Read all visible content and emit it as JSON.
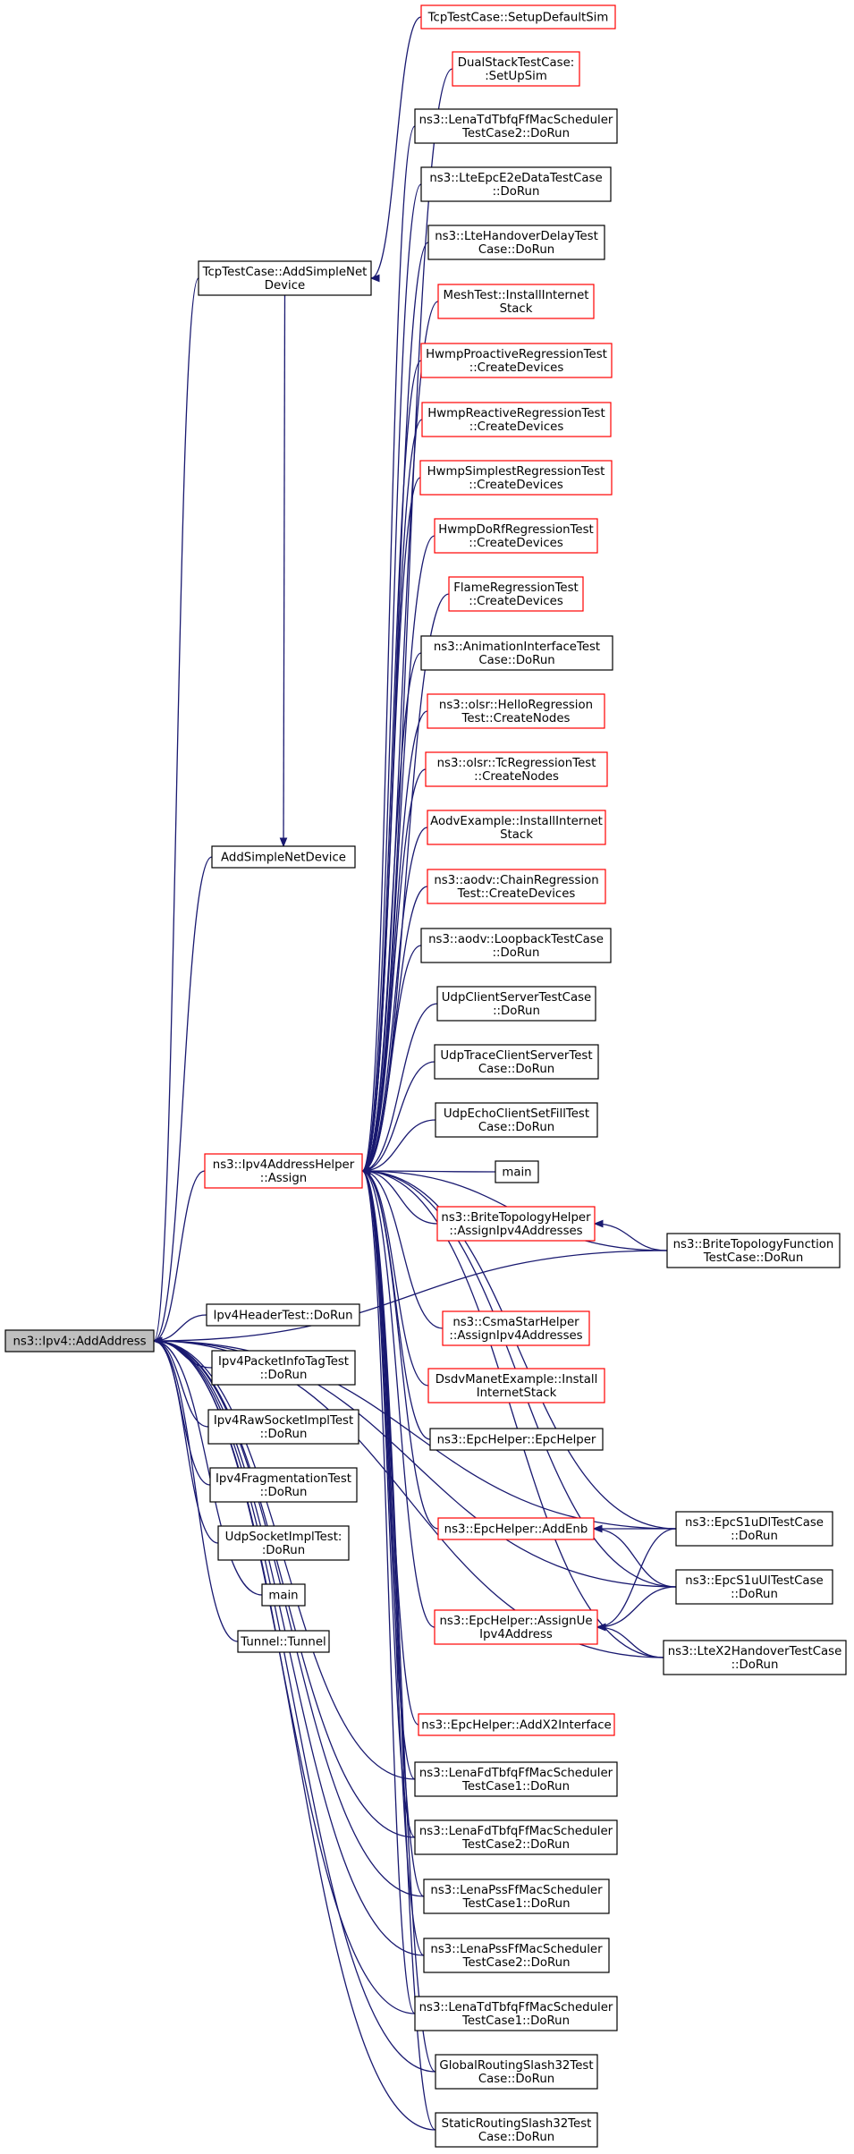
{
  "colors": {
    "edge": "#191970",
    "red_border": "#ff0000",
    "black_border": "#000000",
    "root_fill": "#bfbfbf"
  },
  "root": {
    "label": "ns3::Ipv4::AddAddress"
  },
  "nodes": [
    {
      "id": "tcpSetup",
      "lines": [
        "TcpTestCase::SetupDefaultSim"
      ],
      "border": "red"
    },
    {
      "id": "tcpAdd",
      "lines": [
        "TcpTestCase::AddSimpleNet",
        "Device"
      ],
      "border": "black"
    },
    {
      "id": "dual",
      "lines": [
        "DualStackTestCase:",
        ":SetUpSim"
      ],
      "border": "red"
    },
    {
      "id": "lenaTd2",
      "lines": [
        "ns3::LenaTdTbfqFfMacScheduler",
        "TestCase2::DoRun"
      ],
      "border": "black"
    },
    {
      "id": "lteEpc",
      "lines": [
        "ns3::LteEpcE2eDataTestCase",
        "::DoRun"
      ],
      "border": "black"
    },
    {
      "id": "lteHand",
      "lines": [
        "ns3::LteHandoverDelayTest",
        "Case::DoRun"
      ],
      "border": "black"
    },
    {
      "id": "mesh",
      "lines": [
        "MeshTest::InstallInternet",
        "Stack"
      ],
      "border": "red"
    },
    {
      "id": "hwmpPro",
      "lines": [
        "HwmpProactiveRegressionTest",
        "::CreateDevices"
      ],
      "border": "red"
    },
    {
      "id": "hwmpRea",
      "lines": [
        "HwmpReactiveRegressionTest",
        "::CreateDevices"
      ],
      "border": "red"
    },
    {
      "id": "hwmpSim",
      "lines": [
        "HwmpSimplestRegressionTest",
        "::CreateDevices"
      ],
      "border": "red"
    },
    {
      "id": "hwmpDo",
      "lines": [
        "HwmpDoRfRegressionTest",
        "::CreateDevices"
      ],
      "border": "red"
    },
    {
      "id": "flame",
      "lines": [
        "FlameRegressionTest",
        "::CreateDevices"
      ],
      "border": "red"
    },
    {
      "id": "anim",
      "lines": [
        "ns3::AnimationInterfaceTest",
        "Case::DoRun"
      ],
      "border": "black"
    },
    {
      "id": "olsrHello",
      "lines": [
        "ns3::olsr::HelloRegression",
        "Test::CreateNodes"
      ],
      "border": "red"
    },
    {
      "id": "olsrTc",
      "lines": [
        "ns3::olsr::TcRegressionTest",
        "::CreateNodes"
      ],
      "border": "red"
    },
    {
      "id": "aodvEx",
      "lines": [
        "AodvExample::InstallInternet",
        "Stack"
      ],
      "border": "red"
    },
    {
      "id": "aodvChain",
      "lines": [
        "ns3::aodv::ChainRegression",
        "Test::CreateDevices"
      ],
      "border": "red"
    },
    {
      "id": "aodvLoop",
      "lines": [
        "ns3::aodv::LoopbackTestCase",
        "::DoRun"
      ],
      "border": "black"
    },
    {
      "id": "addSimple",
      "lines": [
        "AddSimpleNetDevice"
      ],
      "border": "black"
    },
    {
      "id": "udpCS",
      "lines": [
        "UdpClientServerTestCase",
        "::DoRun"
      ],
      "border": "black"
    },
    {
      "id": "udpTrace",
      "lines": [
        "UdpTraceClientServerTest",
        "Case::DoRun"
      ],
      "border": "black"
    },
    {
      "id": "udpEcho",
      "lines": [
        "UdpEchoClientSetFillTest",
        "Case::DoRun"
      ],
      "border": "black"
    },
    {
      "id": "assign",
      "lines": [
        "ns3::Ipv4AddressHelper",
        "::Assign"
      ],
      "border": "red"
    },
    {
      "id": "mainA",
      "lines": [
        "main"
      ],
      "border": "black"
    },
    {
      "id": "brite",
      "lines": [
        "ns3::BriteTopologyHelper",
        "::AssignIpv4Addresses"
      ],
      "border": "red"
    },
    {
      "id": "briteFn",
      "lines": [
        "ns3::BriteTopologyFunction",
        "TestCase::DoRun"
      ],
      "border": "black"
    },
    {
      "id": "csma",
      "lines": [
        "ns3::CsmaStarHelper",
        "::AssignIpv4Addresses"
      ],
      "border": "red"
    },
    {
      "id": "ipv4Hdr",
      "lines": [
        "Ipv4HeaderTest::DoRun"
      ],
      "border": "black"
    },
    {
      "id": "ipv4Pkt",
      "lines": [
        "Ipv4PacketInfoTagTest",
        "::DoRun"
      ],
      "border": "black"
    },
    {
      "id": "dsdv",
      "lines": [
        "DsdvManetExample::Install",
        "InternetStack"
      ],
      "border": "red"
    },
    {
      "id": "ipv4Raw",
      "lines": [
        "Ipv4RawSocketImplTest",
        "::DoRun"
      ],
      "border": "black"
    },
    {
      "id": "epcHelper",
      "lines": [
        "ns3::EpcHelper::EpcHelper"
      ],
      "border": "black"
    },
    {
      "id": "ipv4Frag",
      "lines": [
        "Ipv4FragmentationTest",
        "::DoRun"
      ],
      "border": "black"
    },
    {
      "id": "addEnb",
      "lines": [
        "ns3::EpcHelper::AddEnb"
      ],
      "border": "red"
    },
    {
      "id": "epcDl",
      "lines": [
        "ns3::EpcS1uDlTestCase",
        "::DoRun"
      ],
      "border": "black"
    },
    {
      "id": "udpSock",
      "lines": [
        "UdpSocketImplTest:",
        ":DoRun"
      ],
      "border": "black"
    },
    {
      "id": "epcUl",
      "lines": [
        "ns3::EpcS1uUlTestCase",
        "::DoRun"
      ],
      "border": "black"
    },
    {
      "id": "mainB",
      "lines": [
        "main"
      ],
      "border": "black"
    },
    {
      "id": "assignUe",
      "lines": [
        "ns3::EpcHelper::AssignUe",
        "Ipv4Address"
      ],
      "border": "red"
    },
    {
      "id": "tunnel",
      "lines": [
        "Tunnel::Tunnel"
      ],
      "border": "black"
    },
    {
      "id": "x2Hand",
      "lines": [
        "ns3::LteX2HandoverTestCase",
        "::DoRun"
      ],
      "border": "black"
    },
    {
      "id": "addX2",
      "lines": [
        "ns3::EpcHelper::AddX2Interface"
      ],
      "border": "red"
    },
    {
      "id": "lenaFd1",
      "lines": [
        "ns3::LenaFdTbfqFfMacScheduler",
        "TestCase1::DoRun"
      ],
      "border": "black"
    },
    {
      "id": "lenaFd2",
      "lines": [
        "ns3::LenaFdTbfqFfMacScheduler",
        "TestCase2::DoRun"
      ],
      "border": "black"
    },
    {
      "id": "lenaPss1",
      "lines": [
        "ns3::LenaPssFfMacScheduler",
        "TestCase1::DoRun"
      ],
      "border": "black"
    },
    {
      "id": "lenaPss2",
      "lines": [
        "ns3::LenaPssFfMacScheduler",
        "TestCase2::DoRun"
      ],
      "border": "black"
    },
    {
      "id": "lenaTd1",
      "lines": [
        "ns3::LenaTdTbfqFfMacScheduler",
        "TestCase1::DoRun"
      ],
      "border": "black"
    },
    {
      "id": "global32",
      "lines": [
        "GlobalRoutingSlash32Test",
        "Case::DoRun"
      ],
      "border": "black"
    },
    {
      "id": "static32",
      "lines": [
        "StaticRoutingSlash32Test",
        "Case::DoRun"
      ],
      "border": "black"
    }
  ],
  "edges": [
    [
      "tcpAdd",
      "tcpSetup"
    ],
    [
      "addSimple",
      "tcpAdd"
    ],
    [
      "root",
      "tcpAdd"
    ],
    [
      "root",
      "addSimple"
    ],
    [
      "root",
      "assign"
    ],
    [
      "root",
      "ipv4Hdr"
    ],
    [
      "root",
      "ipv4Pkt"
    ],
    [
      "root",
      "ipv4Raw"
    ],
    [
      "root",
      "ipv4Frag"
    ],
    [
      "root",
      "udpSock"
    ],
    [
      "root",
      "mainB"
    ],
    [
      "root",
      "tunnel"
    ],
    [
      "root",
      "briteFn"
    ],
    [
      "root",
      "epcDl"
    ],
    [
      "root",
      "epcUl"
    ],
    [
      "root",
      "x2Hand"
    ],
    [
      "root",
      "lenaFd1"
    ],
    [
      "root",
      "lenaFd2"
    ],
    [
      "root",
      "lenaPss1"
    ],
    [
      "root",
      "lenaPss2"
    ],
    [
      "root",
      "lenaTd1"
    ],
    [
      "root",
      "global32"
    ],
    [
      "root",
      "static32"
    ],
    [
      "assign",
      "dual"
    ],
    [
      "assign",
      "lenaTd2"
    ],
    [
      "assign",
      "lteEpc"
    ],
    [
      "assign",
      "lteHand"
    ],
    [
      "assign",
      "mesh"
    ],
    [
      "assign",
      "hwmpPro"
    ],
    [
      "assign",
      "hwmpRea"
    ],
    [
      "assign",
      "hwmpSim"
    ],
    [
      "assign",
      "hwmpDo"
    ],
    [
      "assign",
      "flame"
    ],
    [
      "assign",
      "anim"
    ],
    [
      "assign",
      "olsrHello"
    ],
    [
      "assign",
      "olsrTc"
    ],
    [
      "assign",
      "aodvEx"
    ],
    [
      "assign",
      "aodvChain"
    ],
    [
      "assign",
      "aodvLoop"
    ],
    [
      "assign",
      "udpCS"
    ],
    [
      "assign",
      "udpTrace"
    ],
    [
      "assign",
      "udpEcho"
    ],
    [
      "assign",
      "mainA"
    ],
    [
      "assign",
      "brite"
    ],
    [
      "assign",
      "briteFn"
    ],
    [
      "assign",
      "csma"
    ],
    [
      "assign",
      "dsdv"
    ],
    [
      "assign",
      "epcHelper"
    ],
    [
      "assign",
      "addEnb"
    ],
    [
      "assign",
      "epcDl"
    ],
    [
      "assign",
      "epcUl"
    ],
    [
      "assign",
      "assignUe"
    ],
    [
      "assign",
      "x2Hand"
    ],
    [
      "assign",
      "addX2"
    ],
    [
      "assign",
      "lenaFd1"
    ],
    [
      "assign",
      "lenaFd2"
    ],
    [
      "assign",
      "lenaPss1"
    ],
    [
      "assign",
      "lenaPss2"
    ],
    [
      "assign",
      "lenaTd1"
    ],
    [
      "assign",
      "global32"
    ],
    [
      "assign",
      "static32"
    ],
    [
      "brite",
      "briteFn"
    ],
    [
      "addEnb",
      "epcDl"
    ],
    [
      "addEnb",
      "epcUl"
    ],
    [
      "assignUe",
      "epcDl"
    ],
    [
      "assignUe",
      "epcUl"
    ],
    [
      "assignUe",
      "x2Hand"
    ]
  ]
}
